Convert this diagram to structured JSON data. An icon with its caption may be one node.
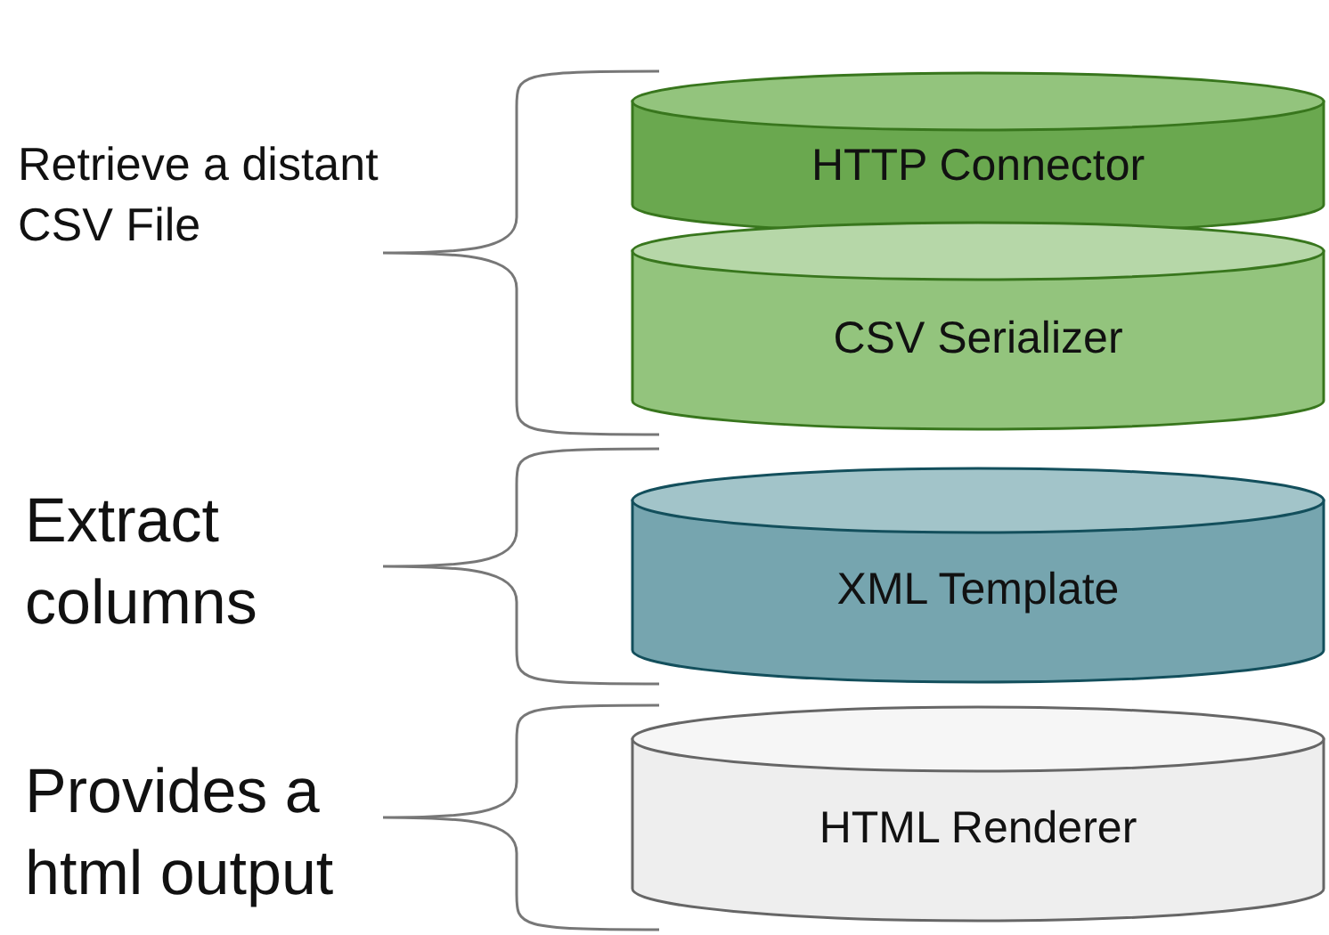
{
  "diagram": {
    "nodes": [
      {
        "text": [
          "HTTP Connector"
        ]
      },
      {
        "text": [
          "CSV Serializer"
        ]
      },
      {
        "text": [
          "XML Template"
        ]
      },
      {
        "text": [
          "HTML Renderer"
        ]
      }
    ],
    "labels": [
      "Retrieve a distant CSV File",
      "Extract columns",
      "Provides a html output"
    ]
  }
}
